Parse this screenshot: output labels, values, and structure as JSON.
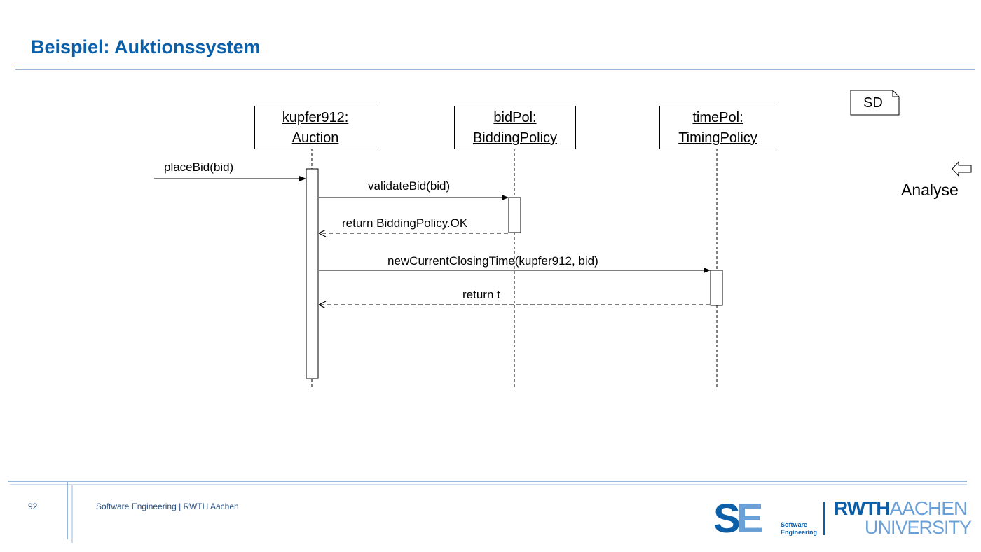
{
  "slide": {
    "title": "Beispiel: Auktionssystem",
    "page_number": "92",
    "footer_text": "Software Engineering  |  RWTH Aachen"
  },
  "diagram": {
    "frame_label": "SD",
    "phase_label": "Analyse",
    "lifelines": [
      {
        "line1": "kupfer912:",
        "line2": "Auction"
      },
      {
        "line1": "bidPol:",
        "line2": "BiddingPolicy"
      },
      {
        "line1": "timePol:",
        "line2": "TimingPolicy"
      }
    ],
    "messages": {
      "place_bid": "placeBid(bid)",
      "validate_bid": "validateBid(bid)",
      "return_ok": "return  BiddingPolicy.OK",
      "new_closing_time": "newCurrentClosingTime(kupfer912,  bid)",
      "return_t": "return  t"
    }
  },
  "logos": {
    "se_letters": "SE",
    "se_sub_1": "Software",
    "se_sub_2": "Engineering",
    "rwth_part1": "RWTH",
    "rwth_part2": "AACHEN",
    "rwth_line2": "UNIVERSITY"
  },
  "colors": {
    "accent": "#0b5ea8",
    "accent_light": "#6aa0d8"
  }
}
